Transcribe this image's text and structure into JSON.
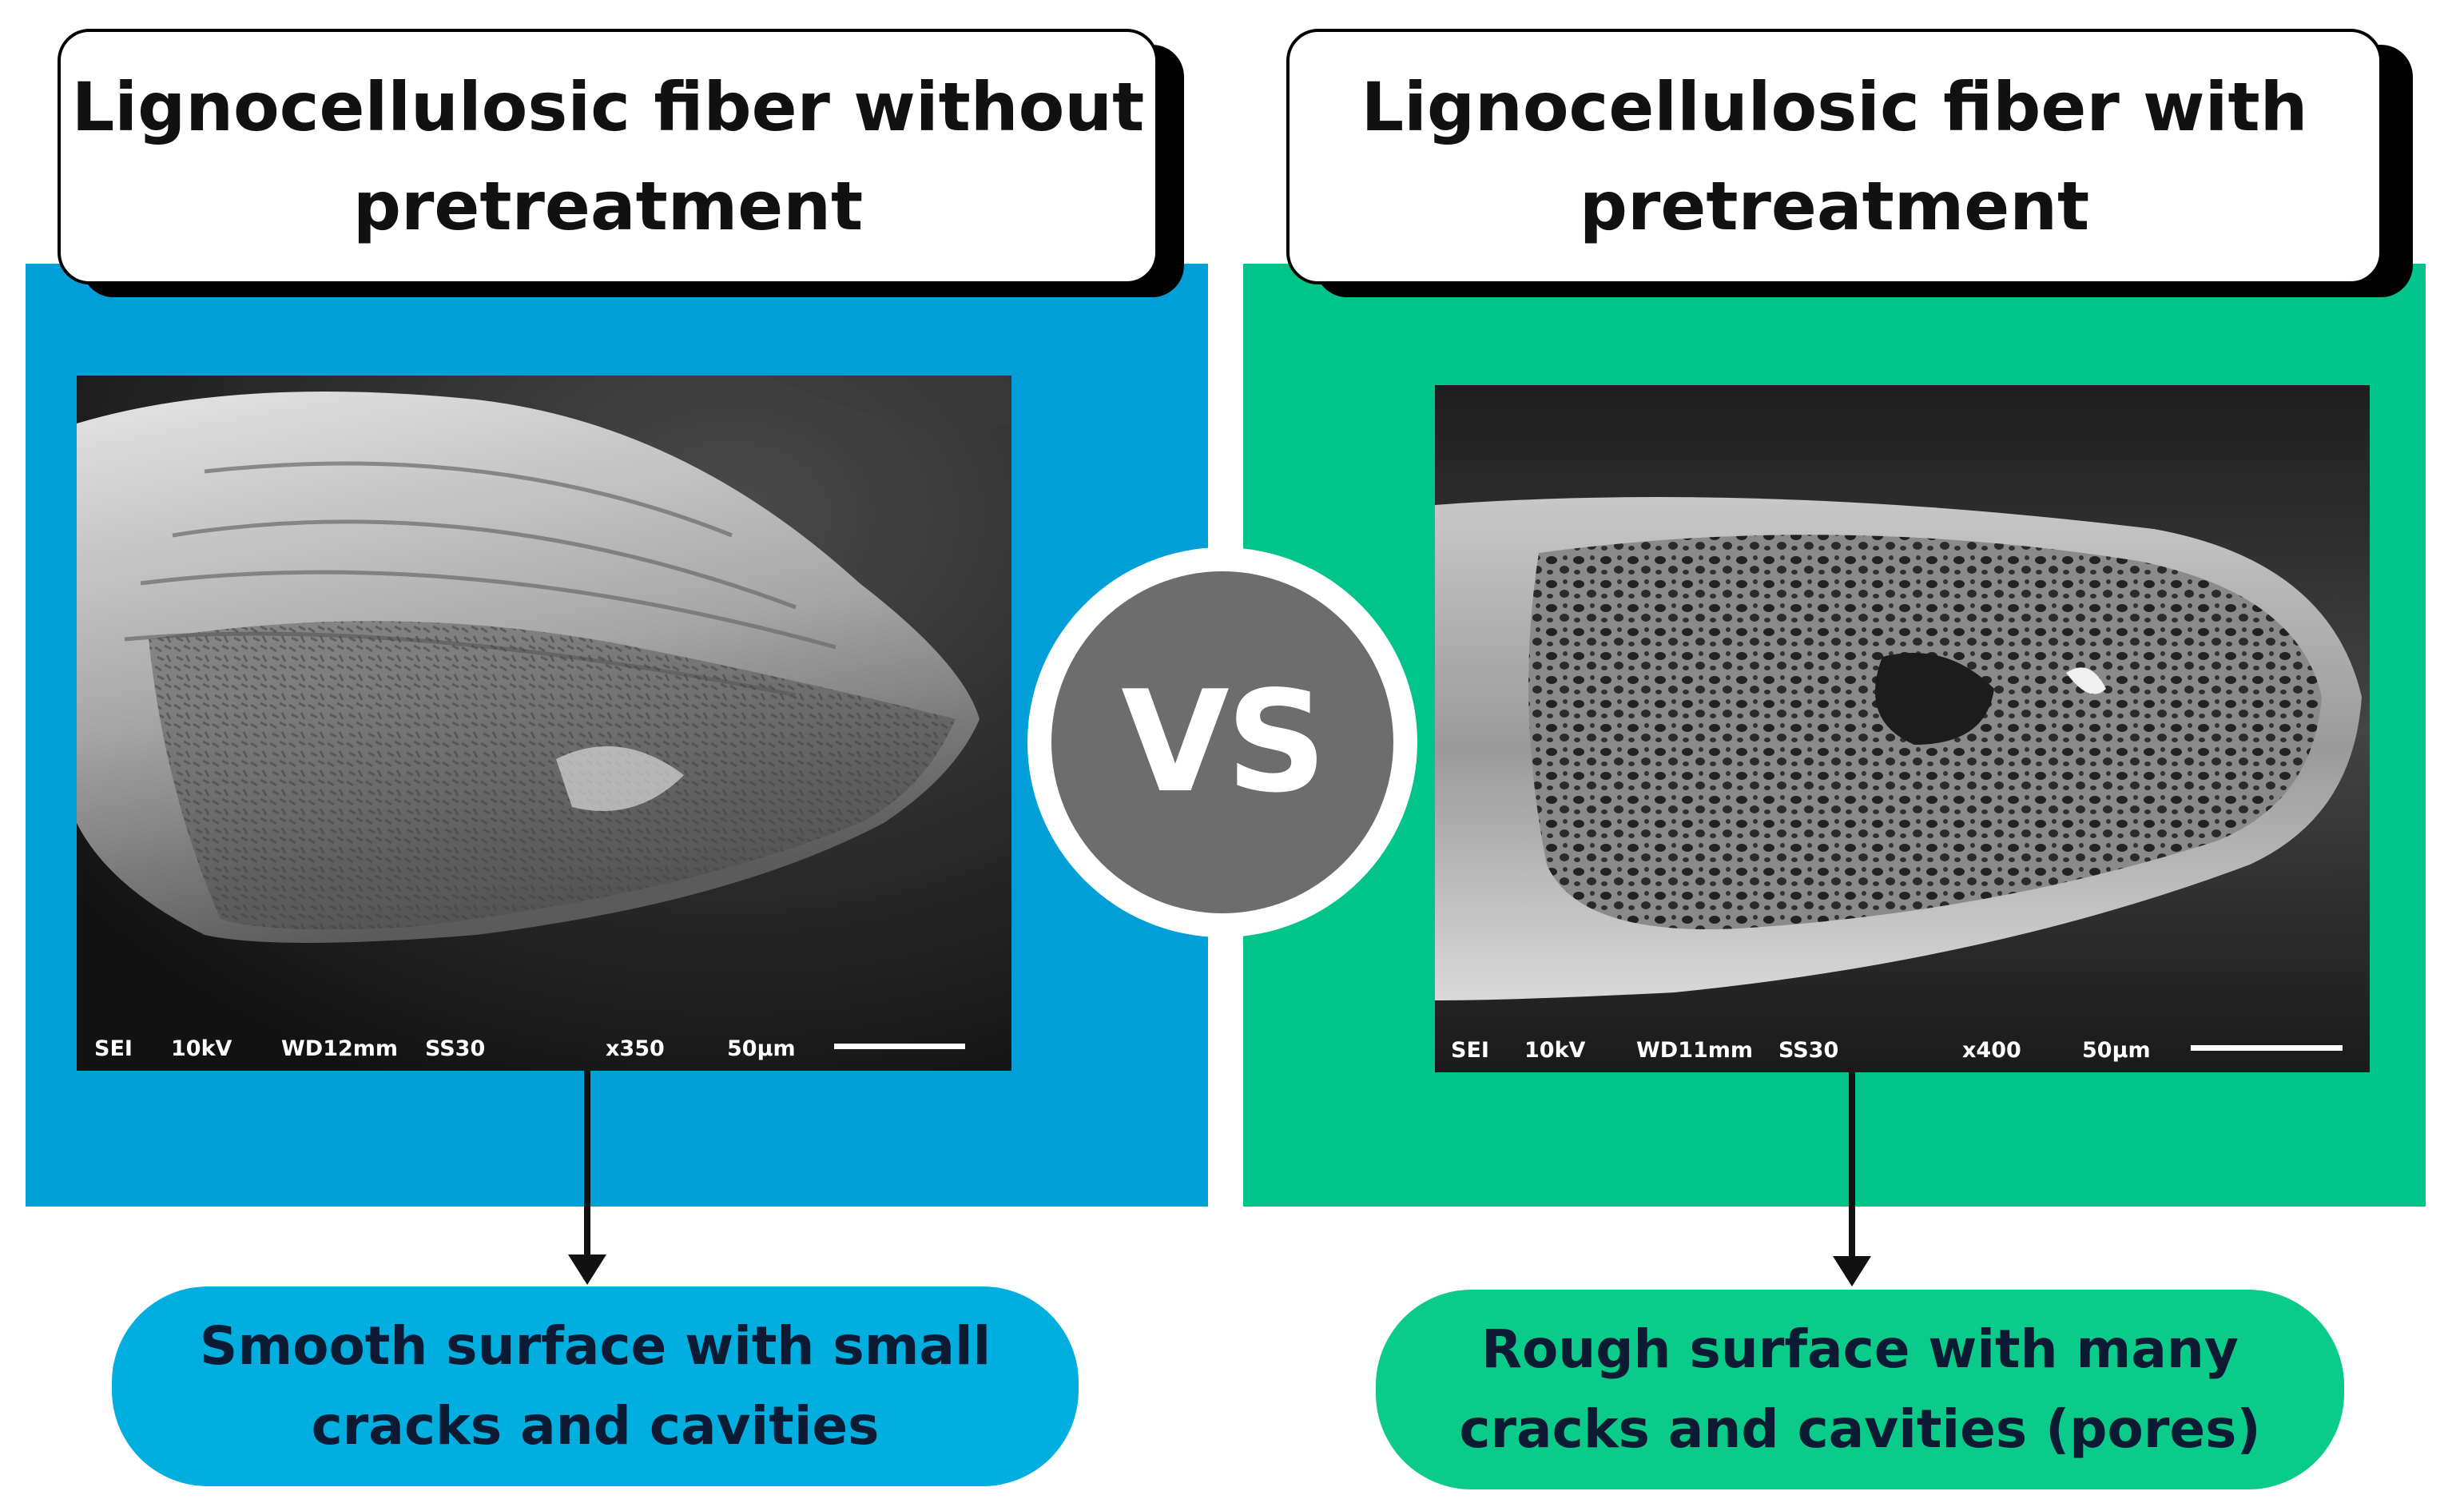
{
  "left": {
    "title_line1": "Lignocellulosic fiber without",
    "title_line2": "pretreatment",
    "panel_color": "#009fd8",
    "sem": {
      "mode": "SEI",
      "kv": "10kV",
      "wd": "WD12mm",
      "ss": "SS30",
      "mag": "x350",
      "scale": "50µm"
    },
    "result_line1": "Smooth surface with small",
    "result_line2": "cracks and cavities"
  },
  "right": {
    "title_line1": "Lignocellulosic fiber with",
    "title_line2": "pretreatment",
    "panel_color": "#00c48a",
    "sem": {
      "mode": "SEI",
      "kv": "10kV",
      "wd": "WD11mm",
      "ss": "SS30",
      "mag": "x400",
      "scale": "50µm"
    },
    "result_line1": "Rough surface with many",
    "result_line2": "cracks and cavities (pores)"
  },
  "vs_label": "VS"
}
